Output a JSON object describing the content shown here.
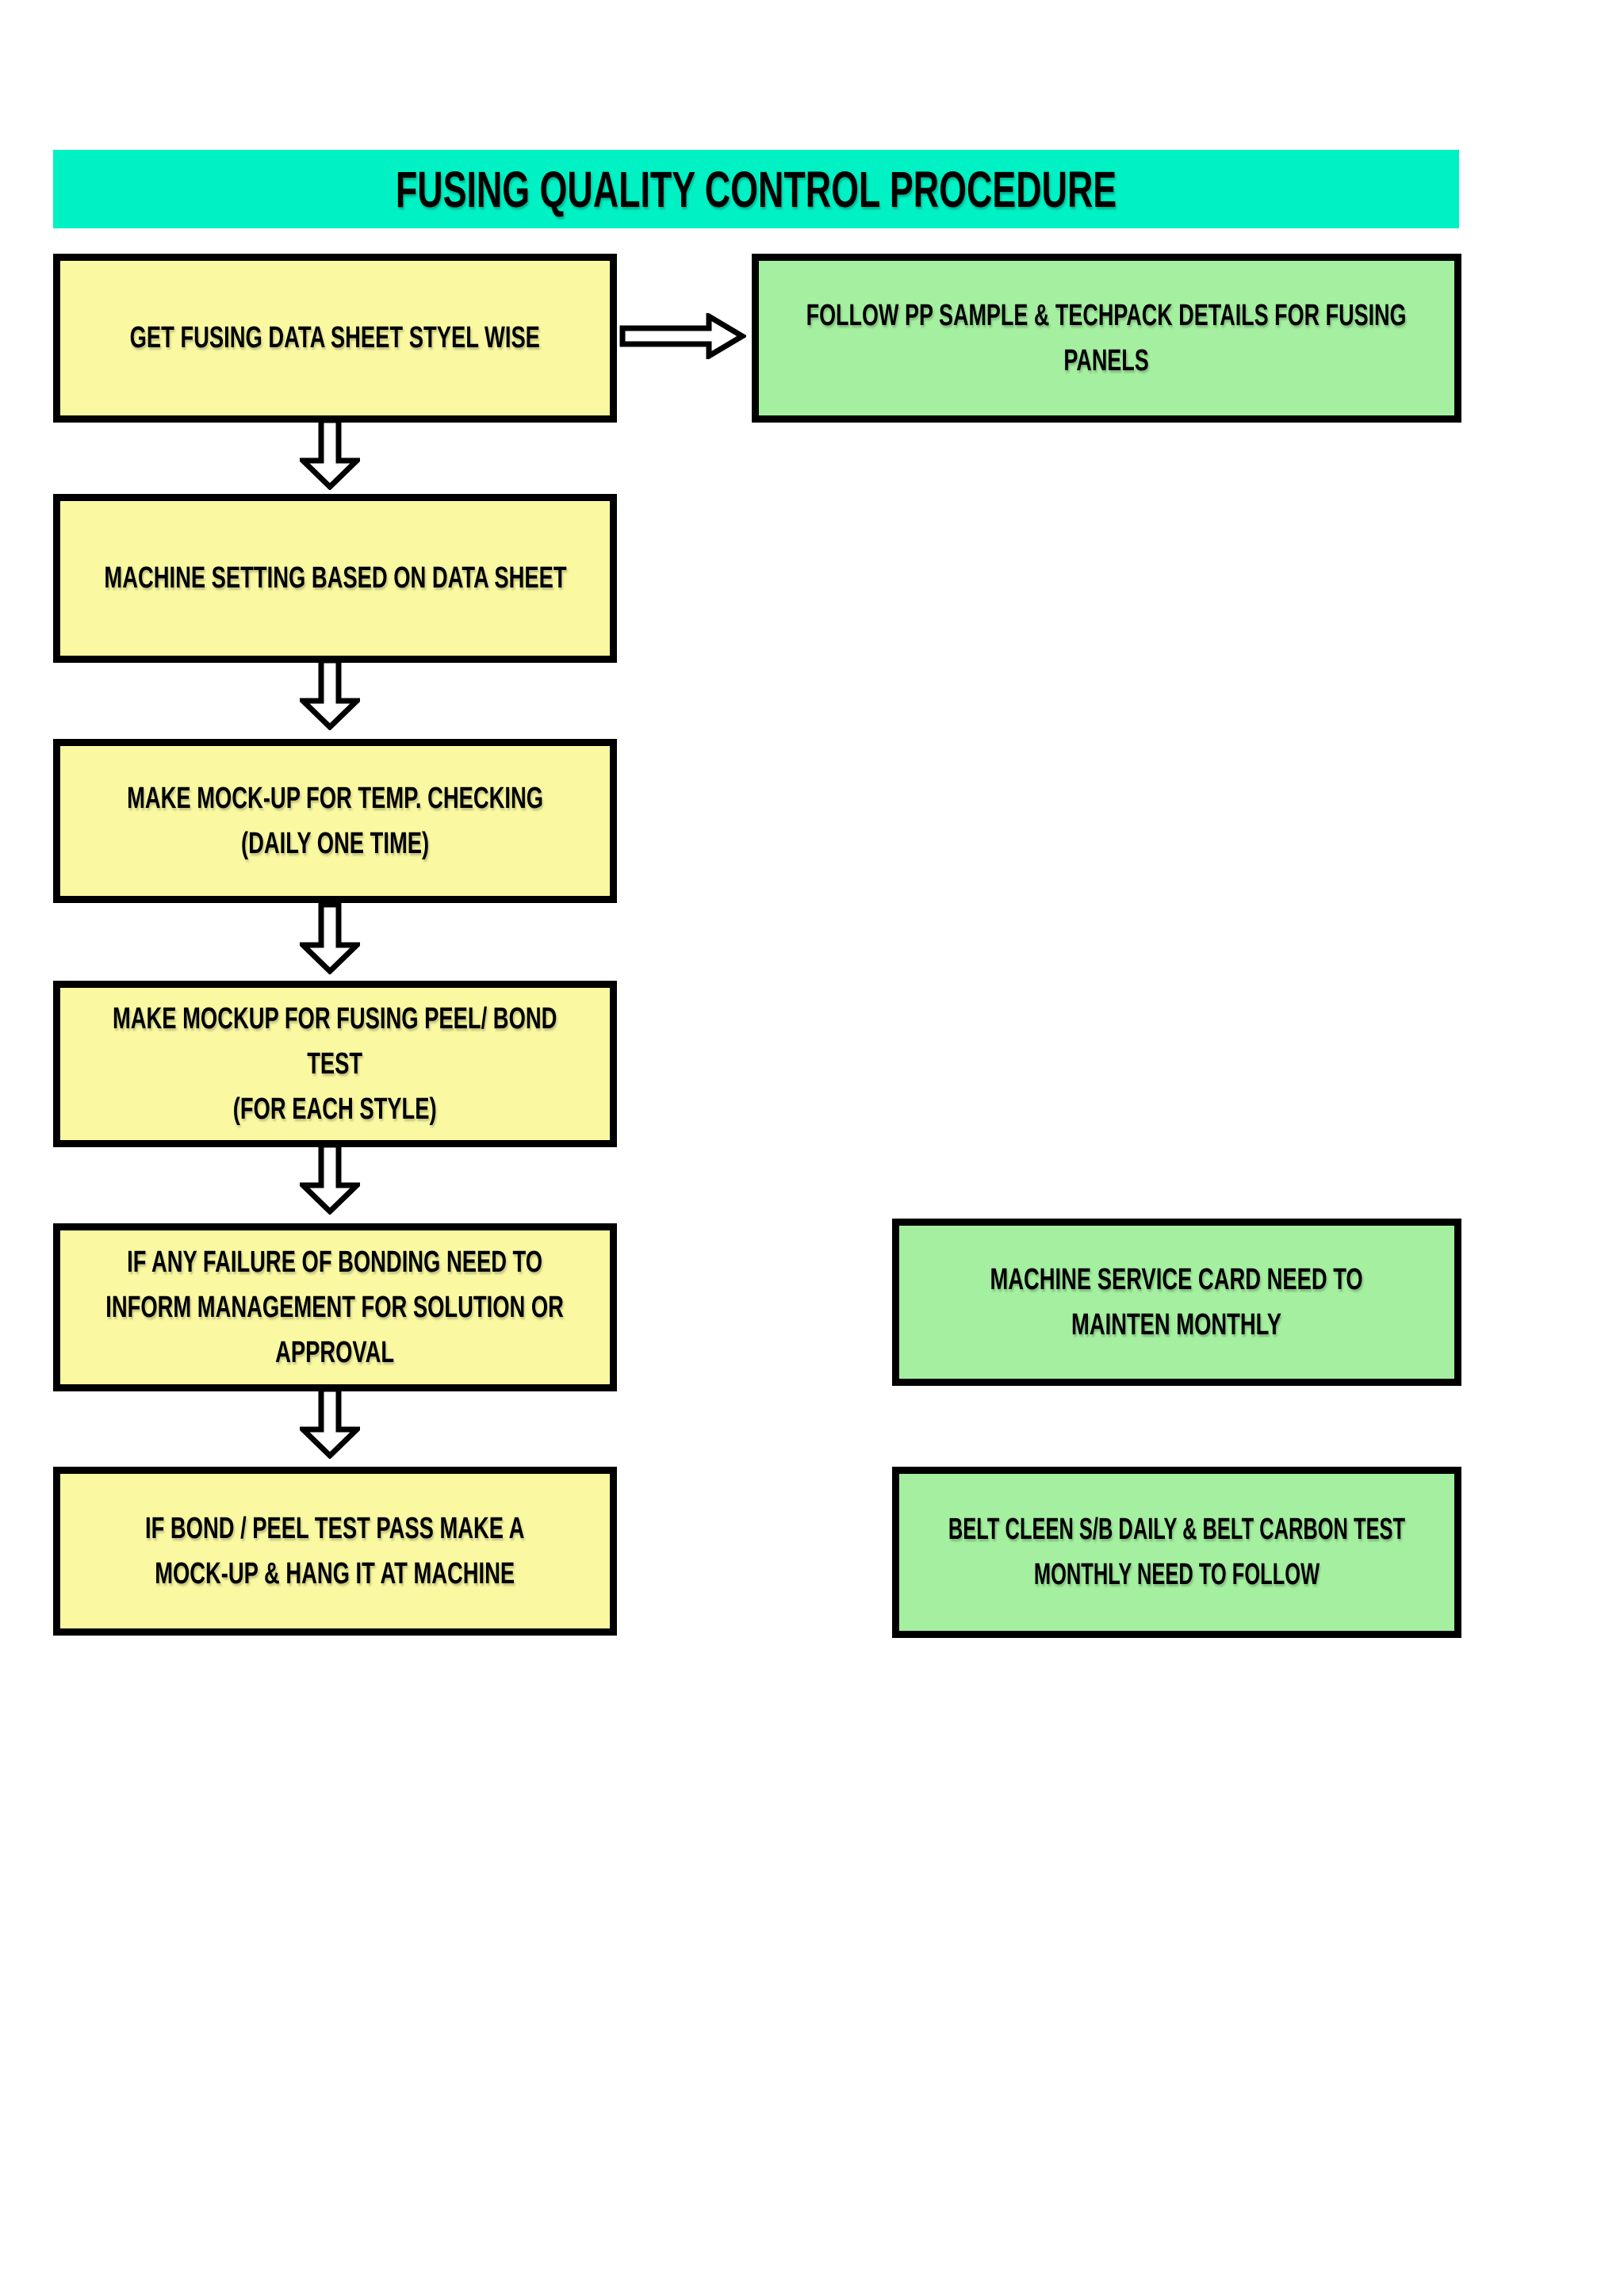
{
  "title": "FUSING QUALITY CONTROL PROCEDURE",
  "colors": {
    "header_bg": "#00F2C4",
    "step_bg": "#FAF9A2",
    "note_bg": "#A4F0A0",
    "border": "#000000",
    "page_bg": "#FFFFFF"
  },
  "flow": {
    "steps": [
      {
        "text": "GET FUSING DATA SHEET STYEL WISE"
      },
      {
        "text": "MACHINE SETTING BASED ON DATA SHEET"
      },
      {
        "text": "MAKE MOCK-UP FOR TEMP. CHECKING\n(DAILY ONE TIME)"
      },
      {
        "text": "MAKE MOCKUP FOR FUSING PEEL/ BOND\nTEST\n(FOR EACH STYLE)"
      },
      {
        "text": "IF ANY FAILURE OF BONDING NEED TO\nINFORM MANAGEMENT FOR SOLUTION OR\nAPPROVAL"
      },
      {
        "text": "IF BOND / PEEL TEST PASS MAKE A\nMOCK-UP & HANG IT AT MACHINE"
      }
    ],
    "notes": [
      {
        "text": "FOLLOW PP SAMPLE & TECHPACK DETAILS FOR FUSING\nPANELS"
      },
      {
        "text": "MACHINE SERVICE CARD NEED TO\nMAINTEN MONTHLY"
      },
      {
        "text": "BELT CLEEN S/B DAILY & BELT CARBON TEST\nMONTHLY NEED TO FOLLOW"
      }
    ]
  }
}
